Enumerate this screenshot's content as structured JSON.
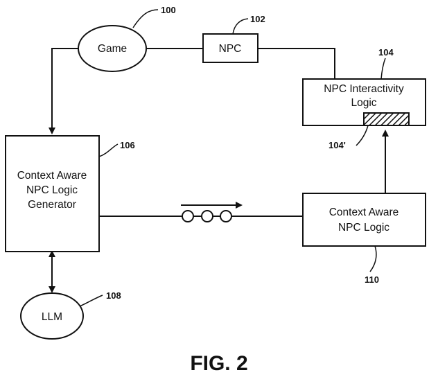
{
  "nodes": {
    "game": {
      "label": "Game",
      "ref": "100"
    },
    "npc": {
      "label": "NPC",
      "ref": "102"
    },
    "interactivity": {
      "line1": "NPC Interactivity",
      "line2": "Logic",
      "ref": "104",
      "sub_ref": "104'"
    },
    "generator": {
      "line1": "Context Aware",
      "line2": "NPC Logic",
      "line3": "Generator",
      "ref": "106"
    },
    "llm": {
      "label": "LLM",
      "ref": "108"
    },
    "context_logic": {
      "line1": "Context Aware",
      "line2": "NPC Logic",
      "ref": "110"
    }
  },
  "caption": "FIG. 2"
}
